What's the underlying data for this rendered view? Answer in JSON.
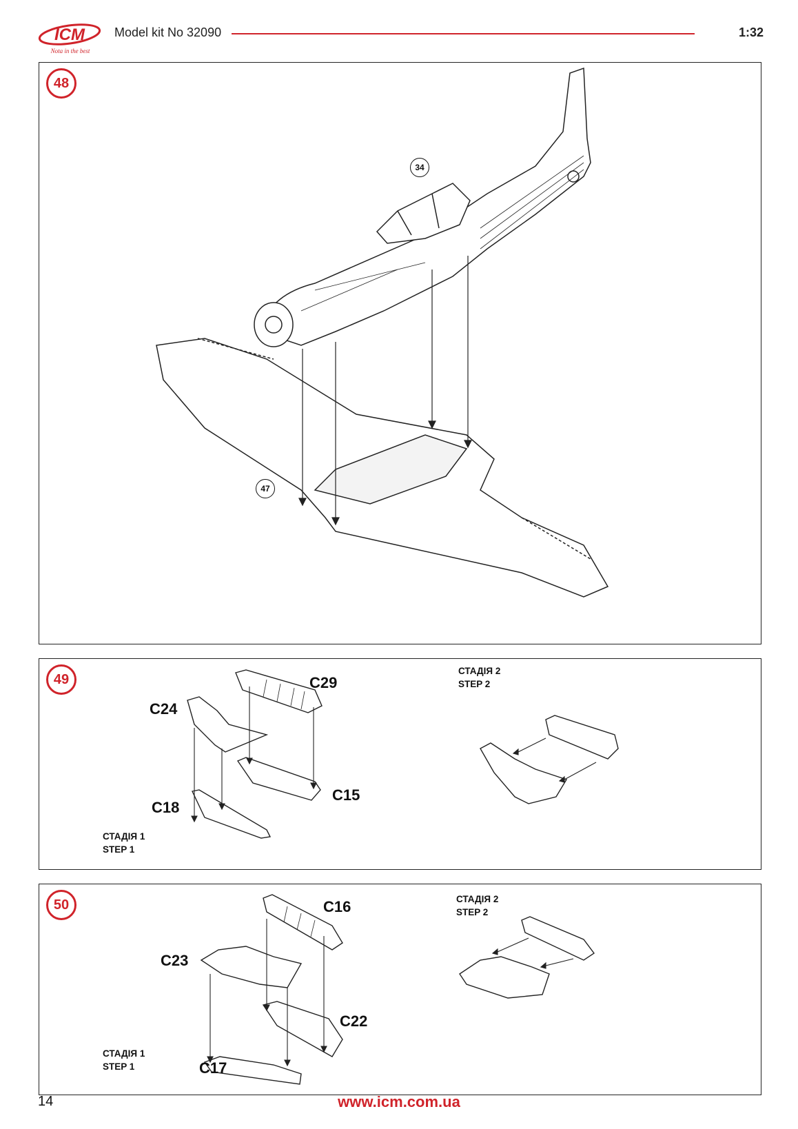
{
  "header": {
    "brand": "ICM",
    "tagline": "Nota in the best",
    "title": "Model kit No 32090",
    "scale": "1:32"
  },
  "steps": [
    {
      "number": "48",
      "refs": [
        "34",
        "47"
      ]
    },
    {
      "number": "49",
      "parts": [
        "C29",
        "C24",
        "C15",
        "C18"
      ],
      "stage1": [
        "СТАДІЯ 1",
        "STEP 1"
      ],
      "stage2": [
        "СТАДІЯ 2",
        "STEP 2"
      ]
    },
    {
      "number": "50",
      "parts": [
        "C16",
        "C23",
        "C22",
        "C17"
      ],
      "stage1": [
        "СТАДІЯ 1",
        "STEP 1"
      ],
      "stage2": [
        "СТАДІЯ 2",
        "STEP 2"
      ]
    }
  ],
  "footer": {
    "page": "14",
    "url": "www.icm.com.ua"
  },
  "colors": {
    "accent": "#d0232a",
    "line": "#222222"
  }
}
